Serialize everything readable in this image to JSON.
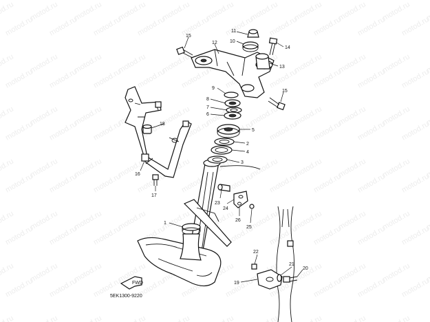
{
  "watermark": "motod.ru",
  "diagram_code": "5EK1300-9220",
  "front_arrow_label": "FWD",
  "callouts": {
    "p1": "1",
    "p2": "2",
    "p3": "3",
    "p4": "4",
    "p5": "5",
    "p6": "6",
    "p7": "7",
    "p8": "8",
    "p9": "9",
    "p10": "10",
    "p11": "11",
    "p12": "12",
    "p13": "13",
    "p14": "14",
    "p15a": "15",
    "p15b": "15",
    "p16": "16",
    "p17": "17",
    "p18": "18",
    "p19": "19",
    "p20": "20",
    "p21": "21",
    "p22": "22",
    "p23": "23",
    "p24": "24",
    "p25": "25",
    "p26": "26"
  }
}
